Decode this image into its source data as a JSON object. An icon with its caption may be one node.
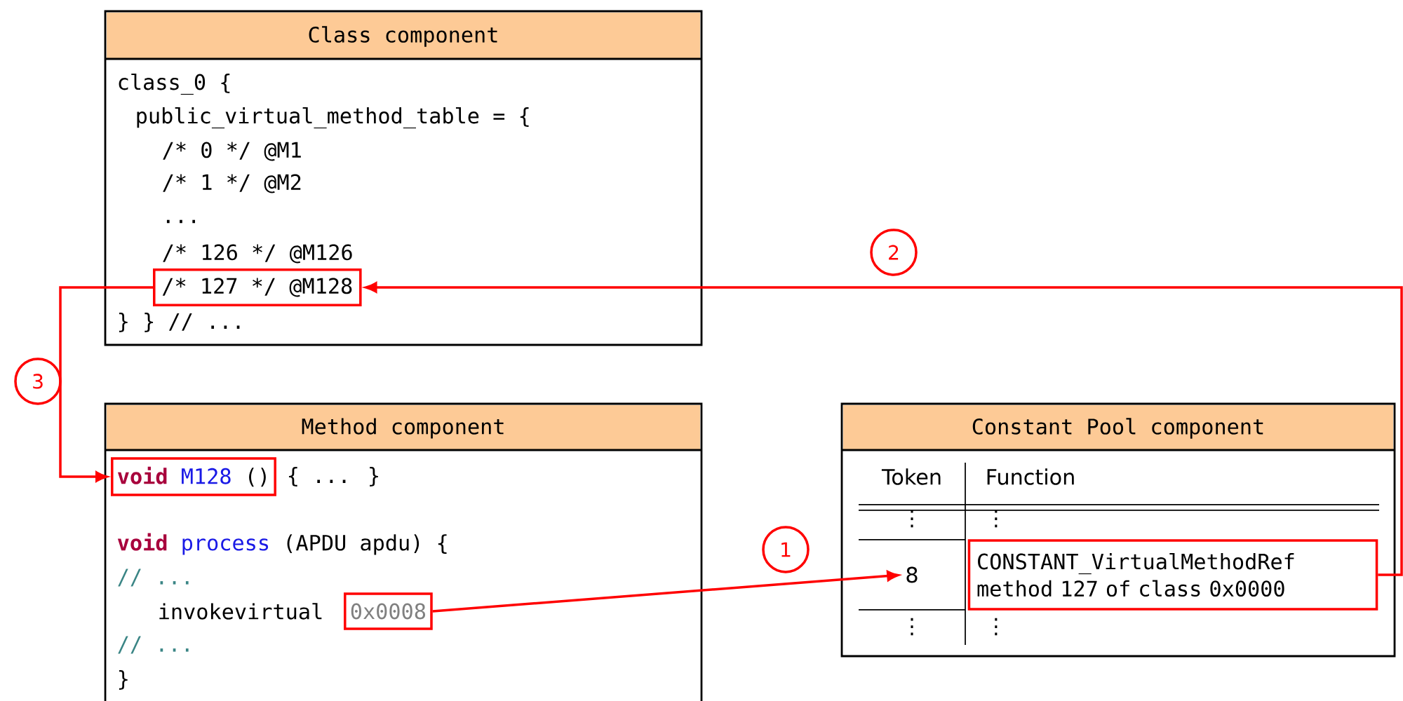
{
  "diagram": {
    "nodes": [
      {
        "text": [
          "Class component",
          "class_0 {",
          "public_virtual_method_table = {",
          "/*  0 */ @M1",
          "/*  1 */ @M2",
          "...",
          "/* 126 */ @M126",
          "} } // ..."
        ]
      },
      {
        "text": [
          "/* 127 */ @M128"
        ],
        "in": 0
      },
      {
        "text": [
          "Method component",
          "{ ... }",
          "void",
          "process",
          "(APDU apdu) {",
          "// ...",
          "invokevirtual",
          "// ...",
          "}"
        ]
      },
      {
        "text": [
          "void",
          "M128",
          "()"
        ],
        "in": 2
      },
      {
        "text": [
          "0x0008"
        ],
        "in": 2
      },
      {
        "text": [
          "Constant Pool component"
        ]
      },
      {
        "text": [
          "8"
        ],
        "in": 5
      },
      {
        "text": [
          "CONSTANT_VirtualMethodRef method 127 of class 0x0000"
        ],
        "in": 5
      }
    ],
    "edges": [
      {
        "from": 4,
        "to": 6,
        "arrow": "to"
      },
      {
        "from": 7,
        "to": 1,
        "arrow": "to"
      },
      {
        "from": 1,
        "to": 3,
        "arrow": "to"
      }
    ],
    "labels": [
      "2",
      "3",
      "Token",
      "Function",
      "⋮",
      "⋮",
      "1",
      "⋮",
      "⋮"
    ]
  }
}
